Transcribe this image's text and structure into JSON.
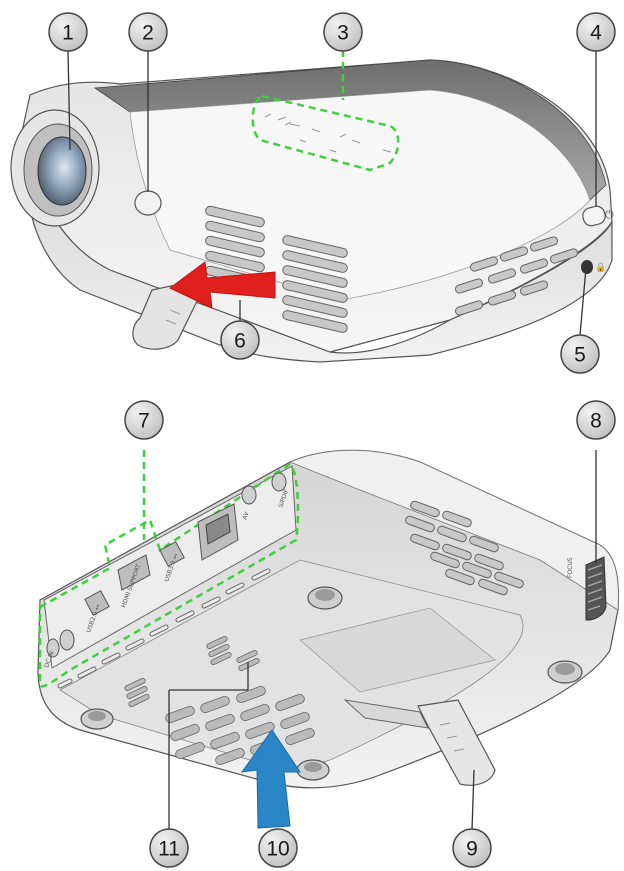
{
  "callouts": [
    {
      "id": "1",
      "label": "1"
    },
    {
      "id": "2",
      "label": "2"
    },
    {
      "id": "3",
      "label": "3"
    },
    {
      "id": "4",
      "label": "4"
    },
    {
      "id": "5",
      "label": "5"
    },
    {
      "id": "6",
      "label": "6"
    },
    {
      "id": "7",
      "label": "7"
    },
    {
      "id": "8",
      "label": "8"
    },
    {
      "id": "9",
      "label": "9"
    },
    {
      "id": "10",
      "label": "10"
    },
    {
      "id": "11",
      "label": "11"
    }
  ],
  "port_labels": {
    "usb1": "USB2.0 ⊷",
    "hdmi": "HDMI SUPPORT",
    "usb2": "USB3.0 ⊷",
    "av": "AV",
    "spdif": "S/PDIF",
    "dc": "DC IN",
    "focus": "FOCUS"
  },
  "colors": {
    "highlight_dash": "#3fcf3f",
    "arrow_red": "#e0201c",
    "arrow_blue": "#2a86c6",
    "callout_fill": "#d9d9d9",
    "body_gray": "#e8e8e8"
  }
}
